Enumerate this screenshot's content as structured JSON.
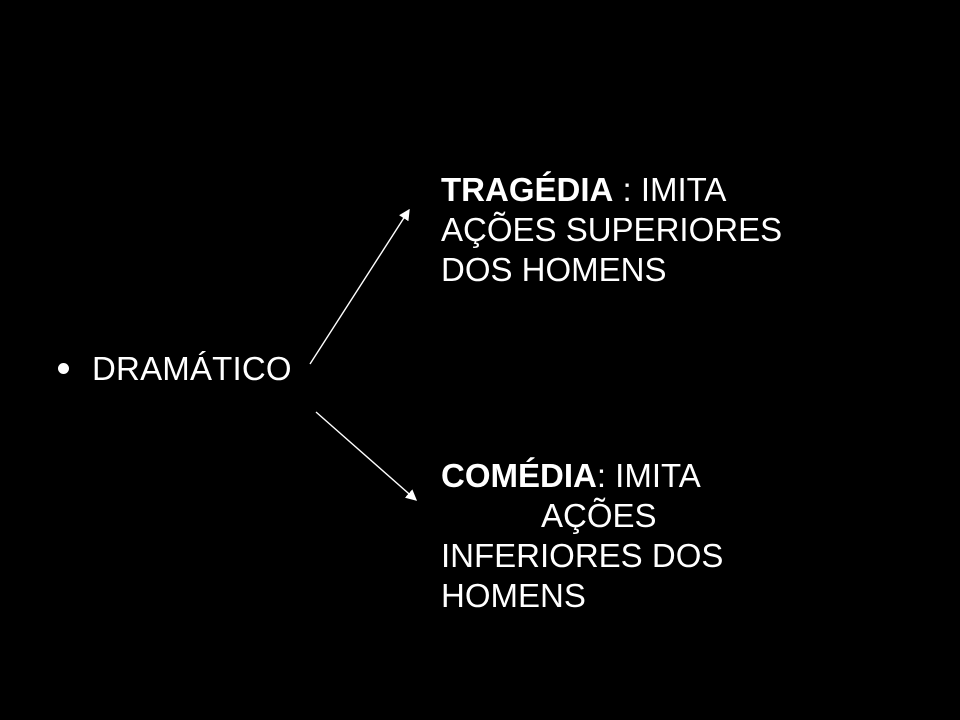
{
  "main": {
    "bullet_label": "DRAMÁTICO"
  },
  "branches": {
    "top": {
      "term": "TRAGÉDIA",
      "separator": " : IMITA",
      "line2": "AÇÕES SUPERIORES",
      "line3": "DOS HOMENS"
    },
    "bottom": {
      "term": "COMÉDIA",
      "separator": ": IMITA",
      "line2": "AÇÕES",
      "line3": "INFERIORES DOS",
      "line4": "HOMENS"
    }
  },
  "colors": {
    "background": "#000000",
    "text": "#ffffff",
    "arrow": "#ffffff"
  }
}
